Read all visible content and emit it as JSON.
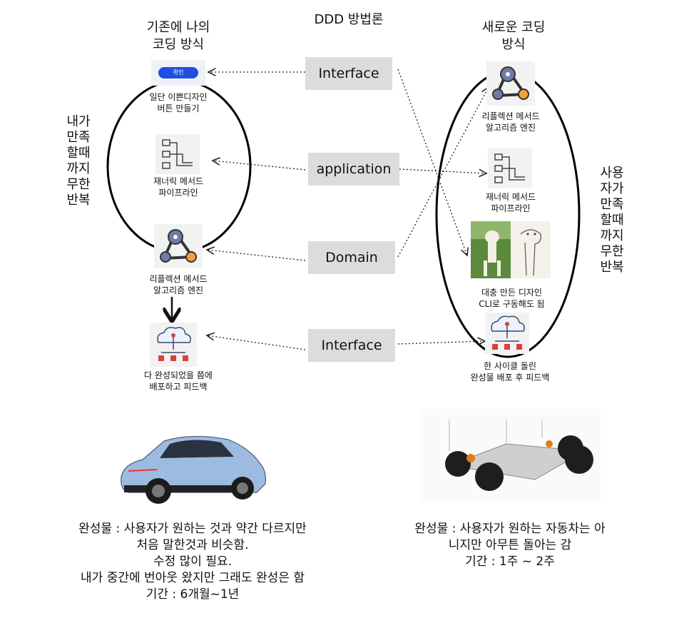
{
  "header": {
    "center_title": "DDD 방법론",
    "left_title_line1": "기존에 나의",
    "left_title_line2": "코딩 방식",
    "right_title_line1": "새로운 코딩",
    "right_title_line2": "방식"
  },
  "left_side_text": [
    "내가",
    "만족",
    "할때",
    "까지",
    "무한",
    "반복"
  ],
  "right_side_text": [
    "사용",
    "자가",
    "만족",
    "할때",
    "까지",
    "무한",
    "반복"
  ],
  "layers": {
    "interface_top": "Interface",
    "application": "application",
    "domain": "Domain",
    "interface_bottom": "Interface"
  },
  "left_flow": {
    "button_label": "확인",
    "step1": [
      "일단 이쁜디자인",
      "버튼 만들기"
    ],
    "step2": [
      "재너릭 메서드",
      "파이프라인"
    ],
    "step3": [
      "리플렉션 메서드",
      "알고리즘 엔진"
    ],
    "step4": [
      "다 완성되었을 쯤에",
      "배포하고 피드백"
    ]
  },
  "right_flow": {
    "step1": [
      "리플렉션 메서드",
      "알고리즘 엔진"
    ],
    "step2": [
      "재너릭 메서드",
      "파이프라인"
    ],
    "step3": [
      "대충 만든 디자인",
      "CLI로 구동해도 됨"
    ],
    "step4": [
      "한 사이클 돌린",
      "완성물 배포 후 피드백"
    ]
  },
  "bottom_left": [
    "완성물 : 사용자가 원하는 것과 약간 다르지만",
    "처음 말한것과 비슷함.",
    "수정 많이 필요.",
    "내가 중간에 번아웃 왔지만 그래도 완성은 함",
    "기간 : 6개월~1년"
  ],
  "bottom_right": [
    "완성물 : 사용자가 원하는 자동차는 아",
    "니지만 아무튼 돌아는 감",
    "기간 : 1주 ~ 2주"
  ]
}
